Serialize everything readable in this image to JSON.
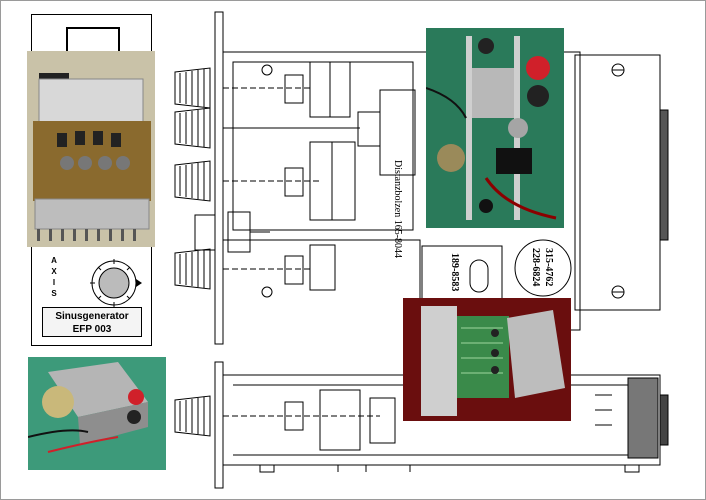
{
  "panel": {
    "axis_letters": [
      "A",
      "X",
      "I",
      "S"
    ],
    "name_line1": "Sinusgenerator",
    "name_line2": "EFP 003"
  },
  "drawing": {
    "label_standoff": "Distanzbolzen 165-8044",
    "label_part_a": "189-8583",
    "label_part_b_line1": "315-4762",
    "label_part_b_line2": "228-6824"
  },
  "colors": {
    "line": "#000000",
    "photo_green": "#2a7a5a",
    "photo_red": "#7a1010",
    "terminal_red": "#d0202a"
  },
  "photos": {
    "module_icon": "assembled-module-photo",
    "closeup_icon": "potentiometer-closeup-photo",
    "board_icon": "circuit-board-photo",
    "side_icon": "side-view-photo"
  }
}
